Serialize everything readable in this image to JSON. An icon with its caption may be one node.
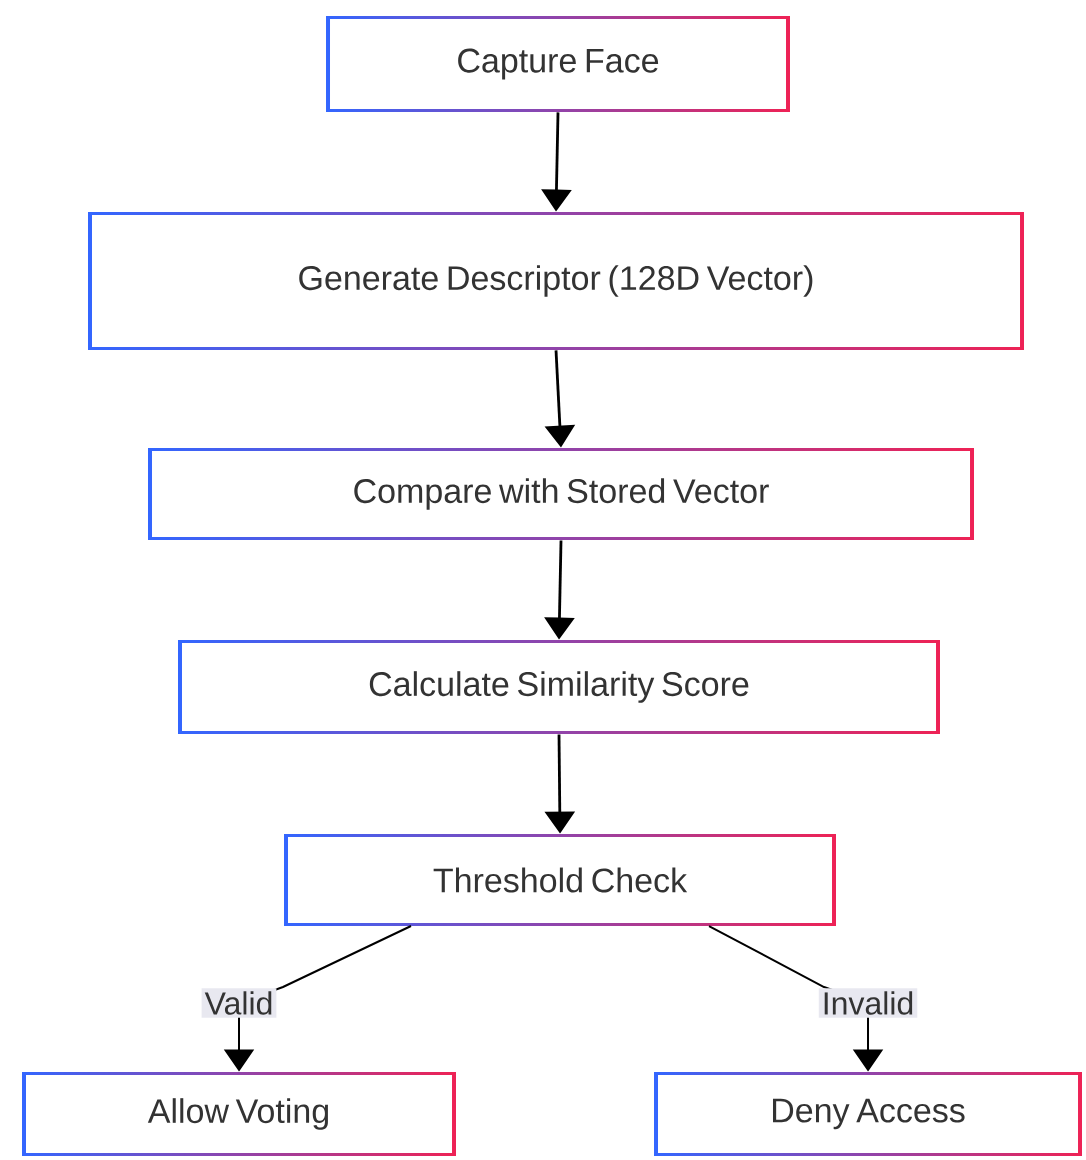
{
  "diagram": {
    "nodes": [
      {
        "text": [
          "Capture Face"
        ]
      },
      {
        "text": [
          "Generate Descriptor (128D Vector)"
        ]
      },
      {
        "text": [
          "Compare with Stored Vector"
        ]
      },
      {
        "text": [
          "Calculate Similarity Score"
        ]
      },
      {
        "text": [
          "Threshold Check"
        ]
      },
      {
        "text": [
          "Allow Voting"
        ]
      },
      {
        "text": [
          "Deny Access"
        ]
      }
    ],
    "edges": [
      {
        "from": 0,
        "to": 1,
        "arrow": "to"
      },
      {
        "from": 1,
        "to": 2,
        "arrow": "to"
      },
      {
        "from": 2,
        "to": 3,
        "arrow": "to"
      },
      {
        "from": 3,
        "to": 4,
        "arrow": "to"
      },
      {
        "from": 4,
        "to": 5,
        "arrow": "to",
        "label": "Valid"
      },
      {
        "from": 4,
        "to": 6,
        "arrow": "to",
        "label": "Invalid"
      }
    ]
  }
}
